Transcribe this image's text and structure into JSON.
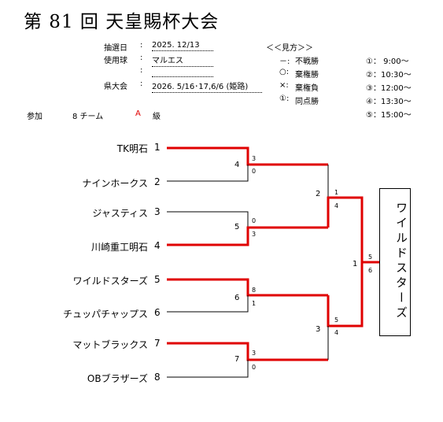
{
  "title": "第 81 回 天皇賜杯大会",
  "info": {
    "draw_label": "抽選日",
    "draw_value": "2025. 12/13",
    "ball_label": "使用球",
    "ball_value": "マルエス",
    "extra_value": "",
    "pref_label": "県大会",
    "pref_value": "2026. 5/16･17,6/6 (姫路)",
    "colon": ":"
  },
  "participation": {
    "label": "参加",
    "teams": "8 チーム",
    "grade_letter": "A",
    "grade_suffix": "級"
  },
  "legend": {
    "header": "＜＜見方＞＞",
    "items": [
      {
        "symbol": "－:",
        "text": "不戦勝"
      },
      {
        "symbol": "○:",
        "text": "棄権勝"
      },
      {
        "symbol": "×:",
        "text": "棄権負"
      },
      {
        "symbol": "①:",
        "text": "同点勝"
      }
    ],
    "times": [
      "①： 9:00～",
      "②：10:30～",
      "③：12:00～",
      "④：13:30～",
      "⑤：15:00～"
    ]
  },
  "teams": [
    {
      "name": "TK明石",
      "seed": "1"
    },
    {
      "name": "ナインホークス",
      "seed": "2"
    },
    {
      "name": "ジャスティス",
      "seed": "3"
    },
    {
      "name": "川崎重工明石",
      "seed": "4"
    },
    {
      "name": "ワイルドスターズ",
      "seed": "5"
    },
    {
      "name": "チュッパチャップス",
      "seed": "6"
    },
    {
      "name": "マットブラックス",
      "seed": "7"
    },
    {
      "name": "OBブラザーズ",
      "seed": "8"
    }
  ],
  "round1": [
    {
      "match": "4",
      "top_score": "3",
      "bottom_score": "0"
    },
    {
      "match": "5",
      "top_score": "0",
      "bottom_score": "3"
    },
    {
      "match": "6",
      "top_score": "8",
      "bottom_score": "1"
    },
    {
      "match": "7",
      "top_score": "3",
      "bottom_score": "0"
    }
  ],
  "semis": [
    {
      "match": "2",
      "top_score": "1",
      "bottom_score": "4"
    },
    {
      "match": "3",
      "top_score": "5",
      "bottom_score": "4"
    }
  ],
  "final": {
    "match": "1",
    "top_score": "5",
    "bottom_score": "6"
  },
  "champion": "ワイルドスターズ",
  "colors": {
    "win_line": "#e00000",
    "line": "#000000",
    "grade": "#e00000"
  }
}
